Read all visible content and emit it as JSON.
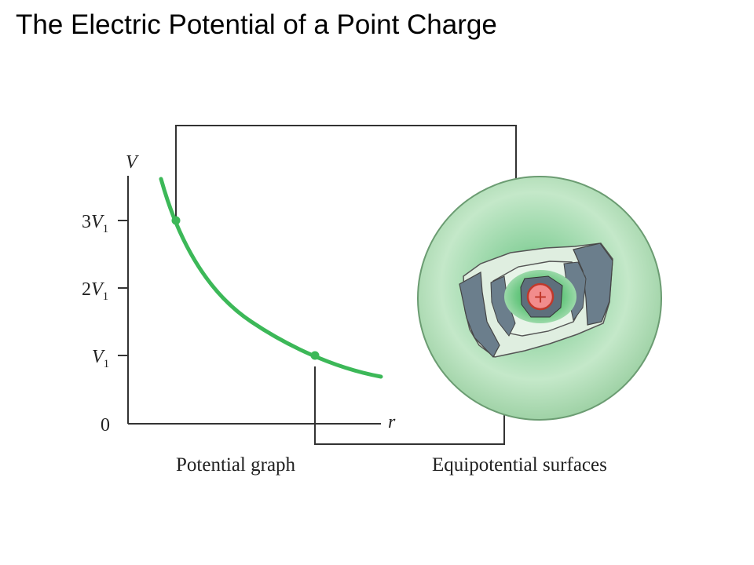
{
  "title": "The Electric Potential of a Point Charge",
  "graph": {
    "y_axis_label": "V",
    "x_axis_label": "r",
    "ticks": {
      "three": {
        "coef": "3",
        "base": "V",
        "sub": "1"
      },
      "two": {
        "coef": "2",
        "base": "V",
        "sub": "1"
      },
      "one": {
        "coef": "",
        "base": "V",
        "sub": "1"
      },
      "zero": "0"
    },
    "caption": "Potential graph"
  },
  "surfaces": {
    "caption": "Equipotential surfaces",
    "charge_symbol": "+"
  },
  "colors": {
    "curve": "#3cb858",
    "sphere_edge": "#7ab080",
    "cut_slab": "#6b7e8c",
    "charge_fill": "#f28c8c",
    "charge_ring": "#c0392b",
    "axis": "#333333"
  }
}
